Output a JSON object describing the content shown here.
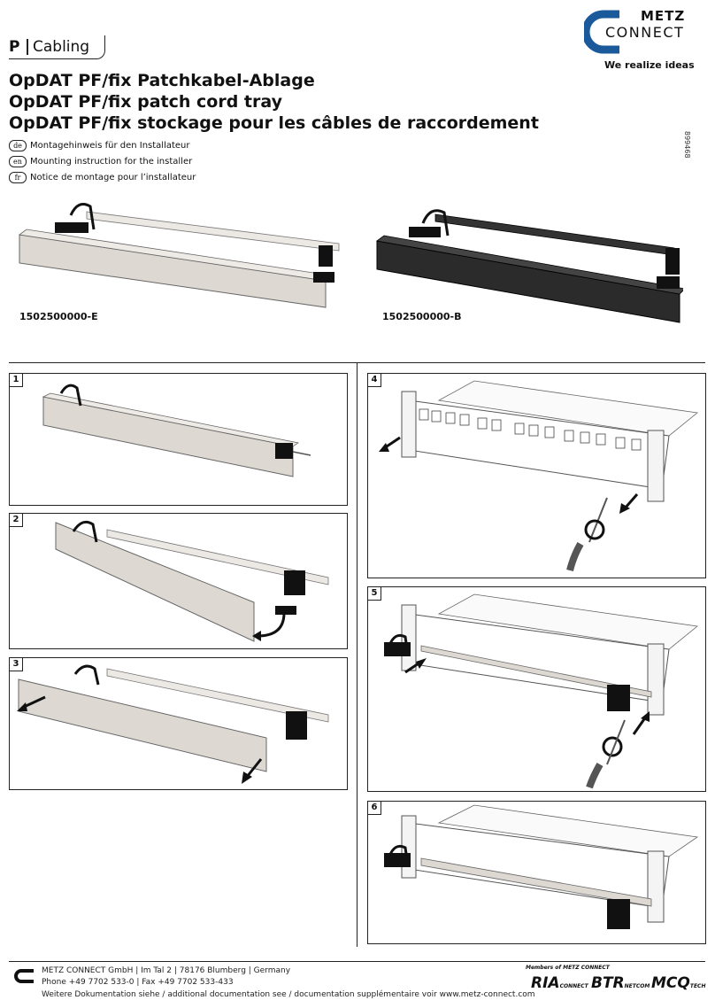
{
  "header": {
    "section_letter": "P",
    "section_name": "Cabling",
    "titles": [
      "OpDAT PF/fix Patchkabel-Ablage",
      "OpDAT PF/fix patch cord tray",
      "OpDAT PF/fix stockage pour les câbles de raccordement"
    ],
    "instructions": [
      {
        "lang": "de",
        "text": "Montagehinweis für den Installateur"
      },
      {
        "lang": "en",
        "text": "Mounting instruction for the installer"
      },
      {
        "lang": "fr",
        "text": "Notice de montage pour l’installateur"
      }
    ],
    "doc_number": "899468"
  },
  "logo": {
    "line1": "METZ",
    "line2": "CONNECT",
    "tagline": "We realize ideas",
    "color": "#1a5a9a"
  },
  "products": [
    {
      "number": "1502500000-E",
      "color": "#ddd8d2"
    },
    {
      "number": "1502500000-B",
      "color": "#2b2b2b"
    }
  ],
  "steps": [
    "1",
    "2",
    "3",
    "4",
    "5",
    "6"
  ],
  "footer": {
    "line1": "METZ CONNECT GmbH | Im Tal 2 | 78176 Blumberg | Germany",
    "line2": "Phone +49 7702 533-0 | Fax +49 7702 533-433",
    "line3": "Weitere Dokumentation siehe / additional documentation see / documentation supplémentaire voir www.metz-connect.com",
    "members": "Members of METZ CONNECT",
    "certs": [
      {
        "main": "RIA",
        "sub": "CONNECT"
      },
      {
        "main": "BTR",
        "sub": "NETCOM"
      },
      {
        "main": "MCQ",
        "sub": "TECH"
      }
    ]
  }
}
